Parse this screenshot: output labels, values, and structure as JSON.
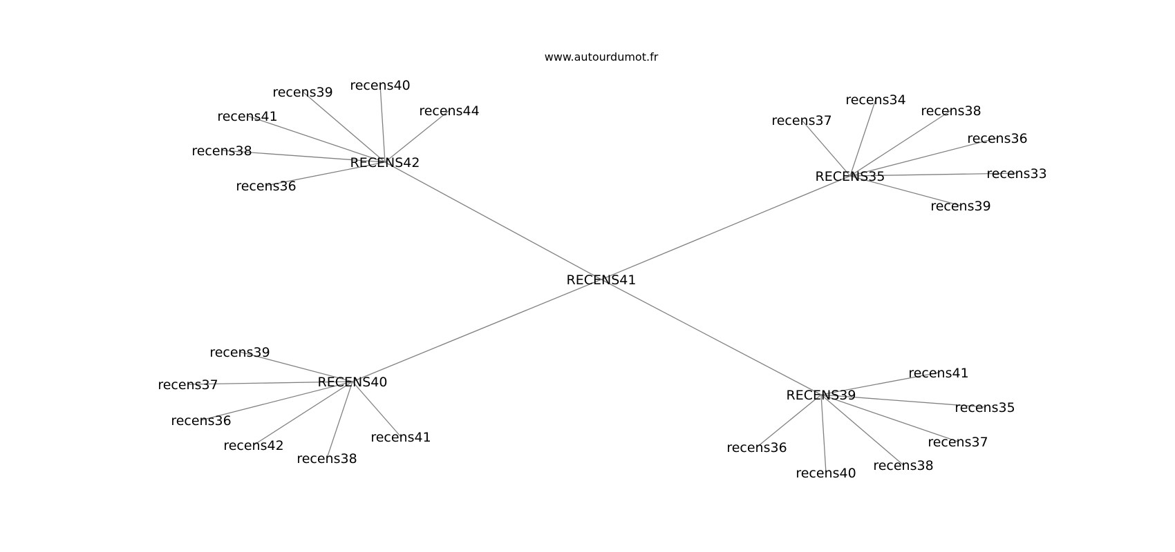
{
  "header": {
    "site": "www.autourdumot.fr"
  },
  "graph": {
    "center": "RECENS41",
    "hubs": [
      {
        "label": "RECENS42",
        "leaves": [
          "recens39",
          "recens40",
          "recens44",
          "recens41",
          "recens38",
          "recens36"
        ]
      },
      {
        "label": "RECENS35",
        "leaves": [
          "recens37",
          "recens34",
          "recens38",
          "recens36",
          "recens33",
          "recens39"
        ]
      },
      {
        "label": "RECENS40",
        "leaves": [
          "recens39",
          "recens37",
          "recens36",
          "recens42",
          "recens38",
          "recens41"
        ]
      },
      {
        "label": "RECENS39",
        "leaves": [
          "recens41",
          "recens35",
          "recens37",
          "recens38",
          "recens40",
          "recens36"
        ]
      }
    ]
  },
  "colors": {
    "edge": "#808080",
    "text": "#000000",
    "background": "#ffffff"
  }
}
